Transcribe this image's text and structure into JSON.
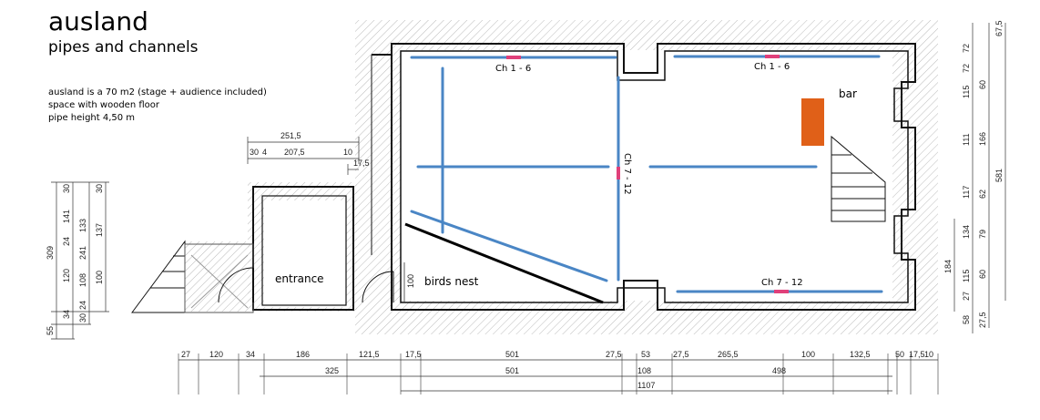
{
  "header": {
    "title": "ausland",
    "subtitle": "pipes and channels"
  },
  "description": [
    "ausland is a 70 m2 (stage + audience included)",
    "space with wooden floor",
    "pipe height 4,50 m"
  ],
  "rooms": {
    "entrance": "entrance",
    "birds_nest": "birds nest",
    "bar": "bar"
  },
  "channels": {
    "top_left": "Ch 1 - 6",
    "top_right": "Ch 1 - 6",
    "middle": "Ch 7 - 12",
    "bottom": "Ch 7 - 12"
  },
  "colors": {
    "pipe": "#4a86c5",
    "channel_marker": "#e0407a",
    "bar": "#e06018",
    "wall": "#111111"
  },
  "dimensions": {
    "top_total": "251,5",
    "top_inner": "207,5",
    "top_a": "30",
    "top_b": "4",
    "top_c": "10",
    "top_d": "17,5",
    "birds_nest_width": "100",
    "bottom_row1": [
      "27",
      "120",
      "34",
      "186",
      "121,5",
      "17,5",
      "501",
      "27,5",
      "53",
      "27,5",
      "265,5",
      "100",
      "132,5",
      "50",
      "17,5",
      "10"
    ],
    "bottom_row2": [
      "325",
      "501",
      "108",
      "498"
    ],
    "bottom_row3": "1107",
    "left_outer": [
      "309",
      "55"
    ],
    "left_col1": [
      "30",
      "141",
      "24",
      "120",
      "34"
    ],
    "left_col2": [
      "133",
      "241",
      "108",
      "24",
      "30"
    ],
    "left_col3": [
      "30",
      "137",
      "100"
    ],
    "right_col1": [
      "72",
      "72",
      "115",
      "111",
      "117",
      "134",
      "115",
      "27",
      "58"
    ],
    "right_col2": [
      "60",
      "166",
      "62",
      "79",
      "60",
      "27,5"
    ],
    "right_col3": [
      "67,5",
      "581",
      "184"
    ],
    "right_top": "67,5"
  }
}
